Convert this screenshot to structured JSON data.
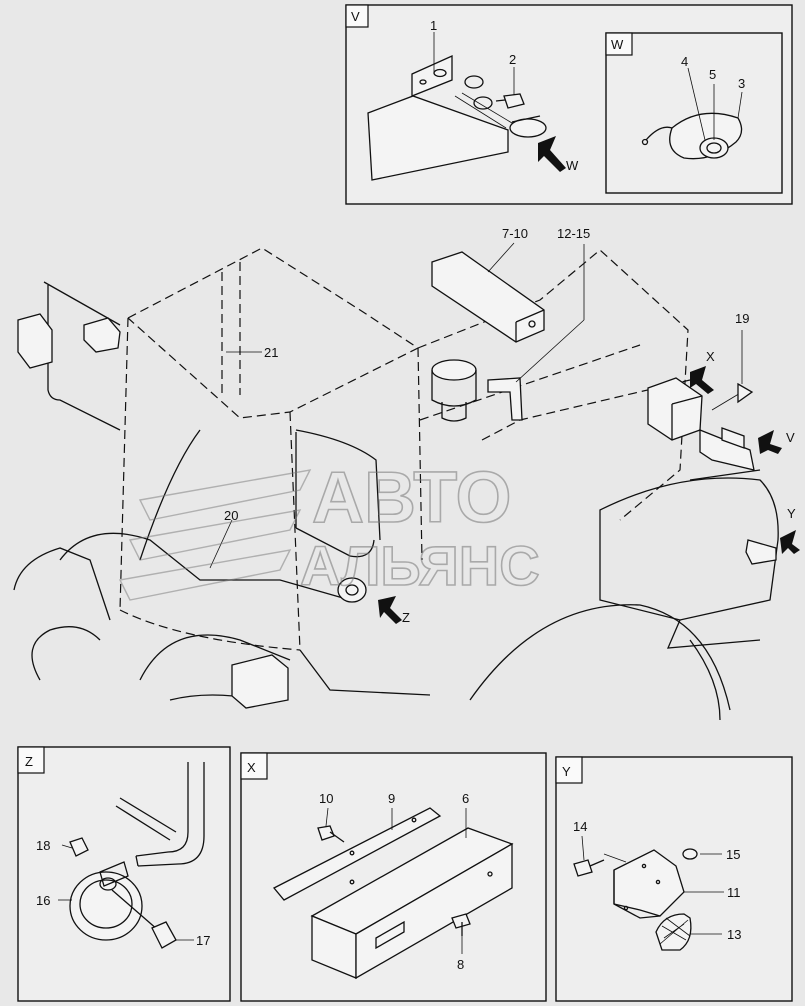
{
  "views": {
    "v": {
      "tag": "V"
    },
    "w": {
      "tag": "W"
    },
    "z": {
      "tag": "Z"
    },
    "x": {
      "tag": "X"
    },
    "y": {
      "tag": "Y"
    }
  },
  "callouts": {
    "v": "V",
    "w": "W",
    "x": "X",
    "y": "Y",
    "z": "Z"
  },
  "parts": {
    "p1": "1",
    "p2": "2",
    "p3": "3",
    "p4": "4",
    "p5": "5",
    "p6": "6",
    "p7_10": "7-10",
    "p8": "8",
    "p9": "9",
    "p10": "10",
    "p11": "11",
    "p12_15": "12-15",
    "p13": "13",
    "p14": "14",
    "p15": "15",
    "p16": "16",
    "p17": "17",
    "p18": "18",
    "p19": "19",
    "p20": "20",
    "p21": "21"
  },
  "watermark": {
    "line1": "АВТО",
    "line2": "АЛЬЯНС"
  },
  "colors": {
    "background": "#e8e8e8",
    "line": "#111111"
  }
}
